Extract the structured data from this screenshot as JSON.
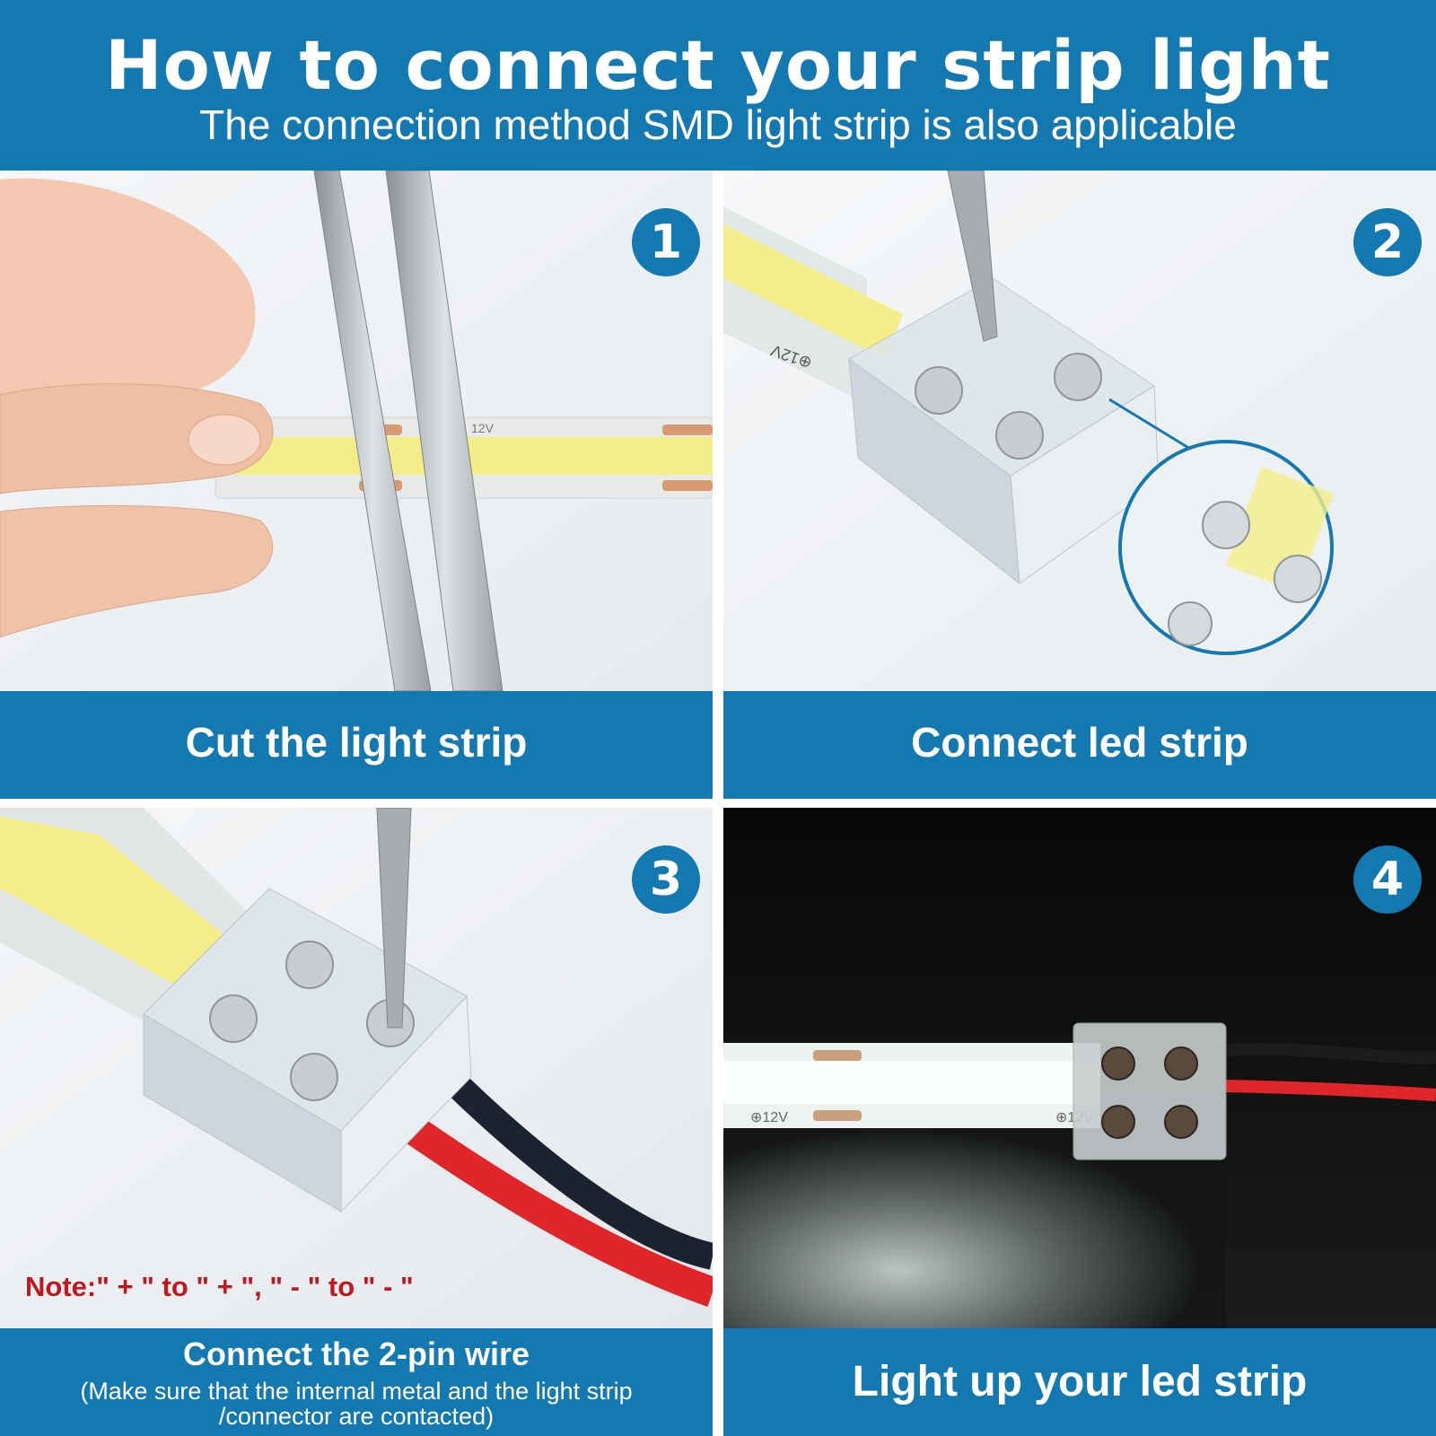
{
  "header": {
    "title": "How to connect your strip light",
    "subtitle": "The connection method SMD light strip is also applicable"
  },
  "steps": [
    {
      "number": "1",
      "caption": "Cut the light strip"
    },
    {
      "number": "2",
      "caption": "Connect led strip"
    },
    {
      "number": "3",
      "caption": "Connect the 2-pin wire",
      "detail_line1": "(Make sure that the internal metal and the light strip",
      "detail_line2": "/connector are contacted)",
      "note": "Note:\" + \" to \" + \", \" - \" to \" - \""
    },
    {
      "number": "4",
      "caption": "Light up your led strip"
    }
  ],
  "strip_markings": {
    "voltage": "12V",
    "voltage_plus": "⊕12V",
    "minus": "–"
  },
  "colors": {
    "brand_blue": "#1479b0",
    "note_red": "#c0181e",
    "strip_yellow": "#f4ee8a",
    "strip_lit": "#fbfffb",
    "wire_red": "#e0262a",
    "wire_black": "#1c2230"
  }
}
